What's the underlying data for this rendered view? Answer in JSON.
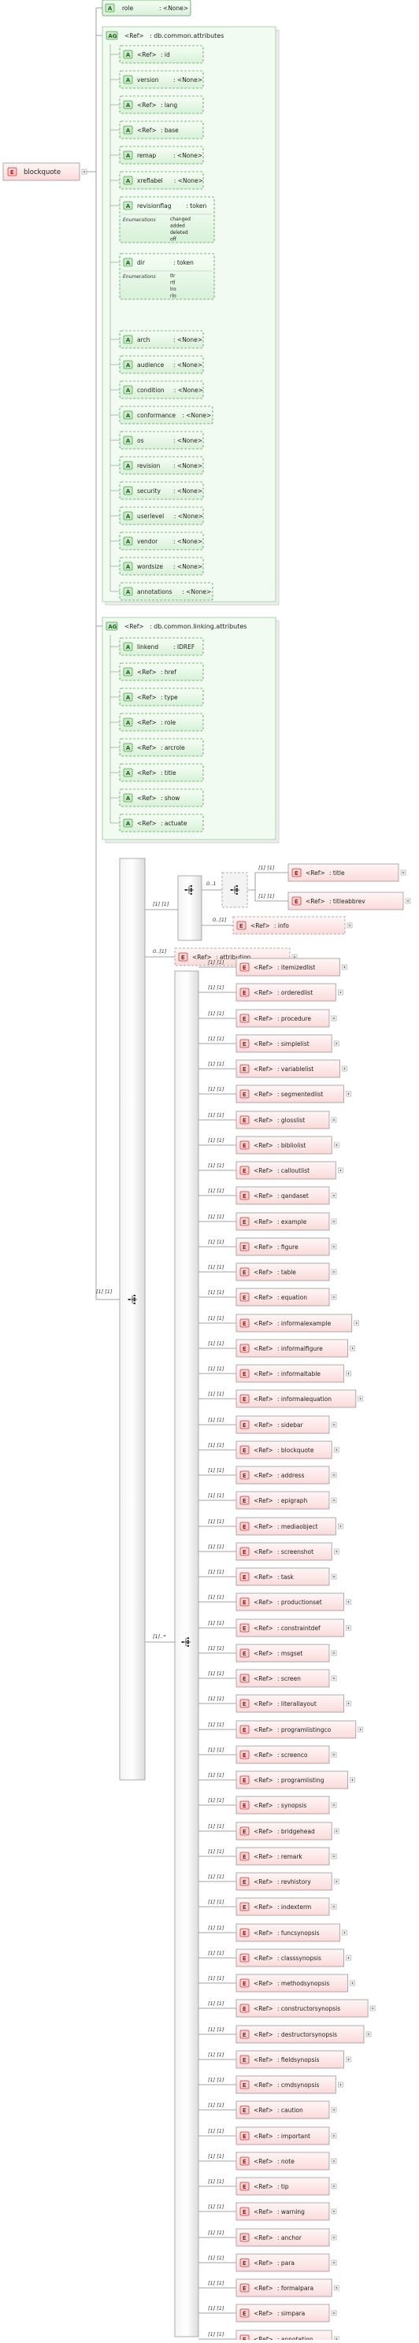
{
  "root": {
    "badge": "E",
    "name": "blockquote"
  },
  "top_attr": {
    "badge": "A",
    "name": "role",
    "type": ": <None>"
  },
  "group1": {
    "badge": "AG",
    "ref": "<Ref>",
    "name": ": db.common.attributes",
    "items": [
      {
        "badge": "A",
        "ref": "<Ref>",
        "name": "",
        "type": ": id"
      },
      {
        "badge": "A",
        "ref": "",
        "name": "version",
        "type": ": <None>"
      },
      {
        "badge": "A",
        "ref": "<Ref>",
        "name": "",
        "type": ": lang"
      },
      {
        "badge": "A",
        "ref": "<Ref>",
        "name": "",
        "type": ": base"
      },
      {
        "badge": "A",
        "ref": "",
        "name": "remap",
        "type": ": <None>"
      },
      {
        "badge": "A",
        "ref": "",
        "name": "xreflabel",
        "type": ": <None>"
      },
      {
        "badge": "A",
        "ref": "",
        "name": "revisionflag",
        "type": ": token",
        "enum_label": "Enumerations",
        "enums": [
          "changed",
          "added",
          "deleted",
          "off"
        ]
      },
      {
        "badge": "A",
        "ref": "",
        "name": "dir",
        "type": ": token",
        "enum_label": "Enumerations",
        "enums": [
          "ltr",
          "rtl",
          "lro",
          "rlo"
        ]
      },
      {
        "badge": "A",
        "ref": "",
        "name": "arch",
        "type": ": <None>"
      },
      {
        "badge": "A",
        "ref": "",
        "name": "audience",
        "type": ": <None>"
      },
      {
        "badge": "A",
        "ref": "",
        "name": "condition",
        "type": ": <None>"
      },
      {
        "badge": "A",
        "ref": "",
        "name": "conformance",
        "type": ": <None>"
      },
      {
        "badge": "A",
        "ref": "",
        "name": "os",
        "type": ": <None>"
      },
      {
        "badge": "A",
        "ref": "",
        "name": "revision",
        "type": ": <None>"
      },
      {
        "badge": "A",
        "ref": "",
        "name": "security",
        "type": ": <None>"
      },
      {
        "badge": "A",
        "ref": "",
        "name": "userlevel",
        "type": ": <None>"
      },
      {
        "badge": "A",
        "ref": "",
        "name": "vendor",
        "type": ": <None>"
      },
      {
        "badge": "A",
        "ref": "",
        "name": "wordsize",
        "type": ": <None>"
      },
      {
        "badge": "A",
        "ref": "",
        "name": "annotations",
        "type": ": <None>"
      }
    ]
  },
  "group2": {
    "badge": "AG",
    "ref": "<Ref>",
    "name": ": db.common.linking.attributes",
    "items": [
      {
        "badge": "A",
        "ref": "",
        "name": "linkend",
        "type": ": IDREF"
      },
      {
        "badge": "A",
        "ref": "<Ref>",
        "name": "",
        "type": ": href"
      },
      {
        "badge": "A",
        "ref": "<Ref>",
        "name": "",
        "type": ": type"
      },
      {
        "badge": "A",
        "ref": "<Ref>",
        "name": "",
        "type": ": role"
      },
      {
        "badge": "A",
        "ref": "<Ref>",
        "name": "",
        "type": ": arcrole"
      },
      {
        "badge": "A",
        "ref": "<Ref>",
        "name": "",
        "type": ": title"
      },
      {
        "badge": "A",
        "ref": "<Ref>",
        "name": "",
        "type": ": show"
      },
      {
        "badge": "A",
        "ref": "<Ref>",
        "name": "",
        "type": ": actuate"
      }
    ]
  },
  "cardinality": {
    "main_seq": "[1] [1]",
    "info_seq": "[1] [1]",
    "choice_0_1": "0..1",
    "choice_items": "[1] [1]",
    "info": "0..[1]",
    "attribution": "0..[1]",
    "content_choice": "[1]..*",
    "child": "[1] [1]"
  },
  "info_choice": [
    {
      "badge": "E",
      "ref": "<Ref>",
      "type": ": title"
    },
    {
      "badge": "E",
      "ref": "<Ref>",
      "type": ": titleabbrev"
    }
  ],
  "info_el": {
    "badge": "E",
    "ref": "<Ref>",
    "type": ": info"
  },
  "attribution_el": {
    "badge": "E",
    "ref": "<Ref>",
    "type": ": attribution"
  },
  "children": [
    {
      "badge": "E",
      "ref": "<Ref>",
      "type": ": itemizedlist"
    },
    {
      "badge": "E",
      "ref": "<Ref>",
      "type": ": orderedlist"
    },
    {
      "badge": "E",
      "ref": "<Ref>",
      "type": ": procedure"
    },
    {
      "badge": "E",
      "ref": "<Ref>",
      "type": ": simplelist"
    },
    {
      "badge": "E",
      "ref": "<Ref>",
      "type": ": variablelist"
    },
    {
      "badge": "E",
      "ref": "<Ref>",
      "type": ": segmentedlist"
    },
    {
      "badge": "E",
      "ref": "<Ref>",
      "type": ": glosslist"
    },
    {
      "badge": "E",
      "ref": "<Ref>",
      "type": ": bibliolist"
    },
    {
      "badge": "E",
      "ref": "<Ref>",
      "type": ": calloutlist"
    },
    {
      "badge": "E",
      "ref": "<Ref>",
      "type": ": qandaset"
    },
    {
      "badge": "E",
      "ref": "<Ref>",
      "type": ": example"
    },
    {
      "badge": "E",
      "ref": "<Ref>",
      "type": ": figure"
    },
    {
      "badge": "E",
      "ref": "<Ref>",
      "type": ": table"
    },
    {
      "badge": "E",
      "ref": "<Ref>",
      "type": ": equation"
    },
    {
      "badge": "E",
      "ref": "<Ref>",
      "type": ": informalexample"
    },
    {
      "badge": "E",
      "ref": "<Ref>",
      "type": ": informalfigure"
    },
    {
      "badge": "E",
      "ref": "<Ref>",
      "type": ": informaltable"
    },
    {
      "badge": "E",
      "ref": "<Ref>",
      "type": ": informalequation"
    },
    {
      "badge": "E",
      "ref": "<Ref>",
      "type": ": sidebar"
    },
    {
      "badge": "E",
      "ref": "<Ref>",
      "type": ": blockquote"
    },
    {
      "badge": "E",
      "ref": "<Ref>",
      "type": ": address"
    },
    {
      "badge": "E",
      "ref": "<Ref>",
      "type": ": epigraph"
    },
    {
      "badge": "E",
      "ref": "<Ref>",
      "type": ": mediaobject"
    },
    {
      "badge": "E",
      "ref": "<Ref>",
      "type": ": screenshot"
    },
    {
      "badge": "E",
      "ref": "<Ref>",
      "type": ": task"
    },
    {
      "badge": "E",
      "ref": "<Ref>",
      "type": ": productionset"
    },
    {
      "badge": "E",
      "ref": "<Ref>",
      "type": ": constraintdef"
    },
    {
      "badge": "E",
      "ref": "<Ref>",
      "type": ": msgset"
    },
    {
      "badge": "E",
      "ref": "<Ref>",
      "type": ": screen"
    },
    {
      "badge": "E",
      "ref": "<Ref>",
      "type": ": literallayout"
    },
    {
      "badge": "E",
      "ref": "<Ref>",
      "type": ": programlistingco"
    },
    {
      "badge": "E",
      "ref": "<Ref>",
      "type": ": screenco"
    },
    {
      "badge": "E",
      "ref": "<Ref>",
      "type": ": programlisting"
    },
    {
      "badge": "E",
      "ref": "<Ref>",
      "type": ": synopsis"
    },
    {
      "badge": "E",
      "ref": "<Ref>",
      "type": ": bridgehead"
    },
    {
      "badge": "E",
      "ref": "<Ref>",
      "type": ": remark"
    },
    {
      "badge": "E",
      "ref": "<Ref>",
      "type": ": revhistory"
    },
    {
      "badge": "E",
      "ref": "<Ref>",
      "type": ": indexterm"
    },
    {
      "badge": "E",
      "ref": "<Ref>",
      "type": ": funcsynopsis"
    },
    {
      "badge": "E",
      "ref": "<Ref>",
      "type": ": classsynopsis"
    },
    {
      "badge": "E",
      "ref": "<Ref>",
      "type": ": methodsynopsis"
    },
    {
      "badge": "E",
      "ref": "<Ref>",
      "type": ": constructorsynopsis"
    },
    {
      "badge": "E",
      "ref": "<Ref>",
      "type": ": destructorsynopsis"
    },
    {
      "badge": "E",
      "ref": "<Ref>",
      "type": ": fieldsynopsis"
    },
    {
      "badge": "E",
      "ref": "<Ref>",
      "type": ": cmdsynopsis"
    },
    {
      "badge": "E",
      "ref": "<Ref>",
      "type": ": caution"
    },
    {
      "badge": "E",
      "ref": "<Ref>",
      "type": ": important"
    },
    {
      "badge": "E",
      "ref": "<Ref>",
      "type": ": note"
    },
    {
      "badge": "E",
      "ref": "<Ref>",
      "type": ": tip"
    },
    {
      "badge": "E",
      "ref": "<Ref>",
      "type": ": warning"
    },
    {
      "badge": "E",
      "ref": "<Ref>",
      "type": ": anchor"
    },
    {
      "badge": "E",
      "ref": "<Ref>",
      "type": ": para"
    },
    {
      "badge": "E",
      "ref": "<Ref>",
      "type": ": formalpara"
    },
    {
      "badge": "E",
      "ref": "<Ref>",
      "type": ": simpara"
    },
    {
      "badge": "E",
      "ref": "<Ref>",
      "type": ": annotation"
    }
  ],
  "colors": {
    "element_fill": "#fde8e8",
    "element_border": "#c84040",
    "attr_fill": "#e8f6e8",
    "attr_border": "#58a058",
    "group_fill": "#f2fbf2"
  }
}
